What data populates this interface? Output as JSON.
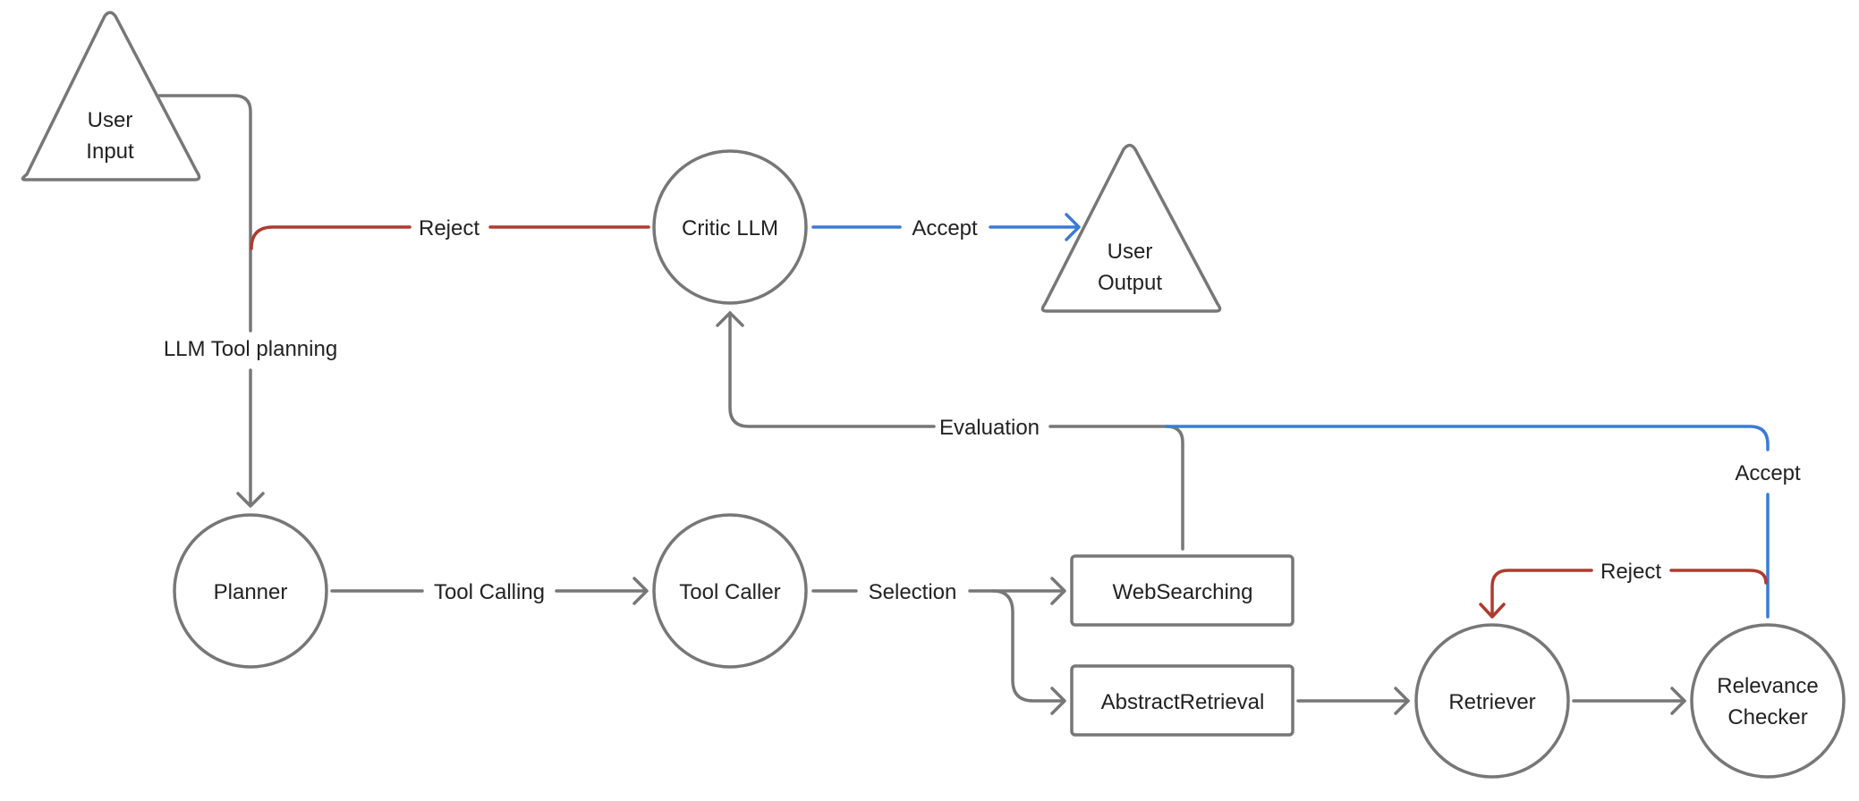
{
  "colors": {
    "node_stroke": "#777777",
    "edge_default": "#777777",
    "reject": "#b03a2e",
    "accept": "#3a7bd5",
    "text": "#222222"
  },
  "nodes": {
    "user_input": {
      "line1": "User",
      "line2": "Input"
    },
    "user_output": {
      "line1": "User",
      "line2": "Output"
    },
    "critic_llm": {
      "label": "Critic LLM"
    },
    "planner": {
      "label": "Planner"
    },
    "tool_caller": {
      "label": "Tool Caller"
    },
    "web_searching": {
      "label": "WebSearching"
    },
    "abstract_retrieval": {
      "label": "AbstractRetrieval"
    },
    "retriever": {
      "label": "Retriever"
    },
    "relevance_checker": {
      "line1": "Relevance",
      "line2": "Checker"
    }
  },
  "edges": {
    "reject_top": "Reject",
    "accept_top": "Accept",
    "llm_tool_planning": "LLM Tool planning",
    "evaluation": "Evaluation",
    "accept_right": "Accept",
    "reject_right": "Reject",
    "tool_calling": "Tool Calling",
    "selection": "Selection"
  }
}
